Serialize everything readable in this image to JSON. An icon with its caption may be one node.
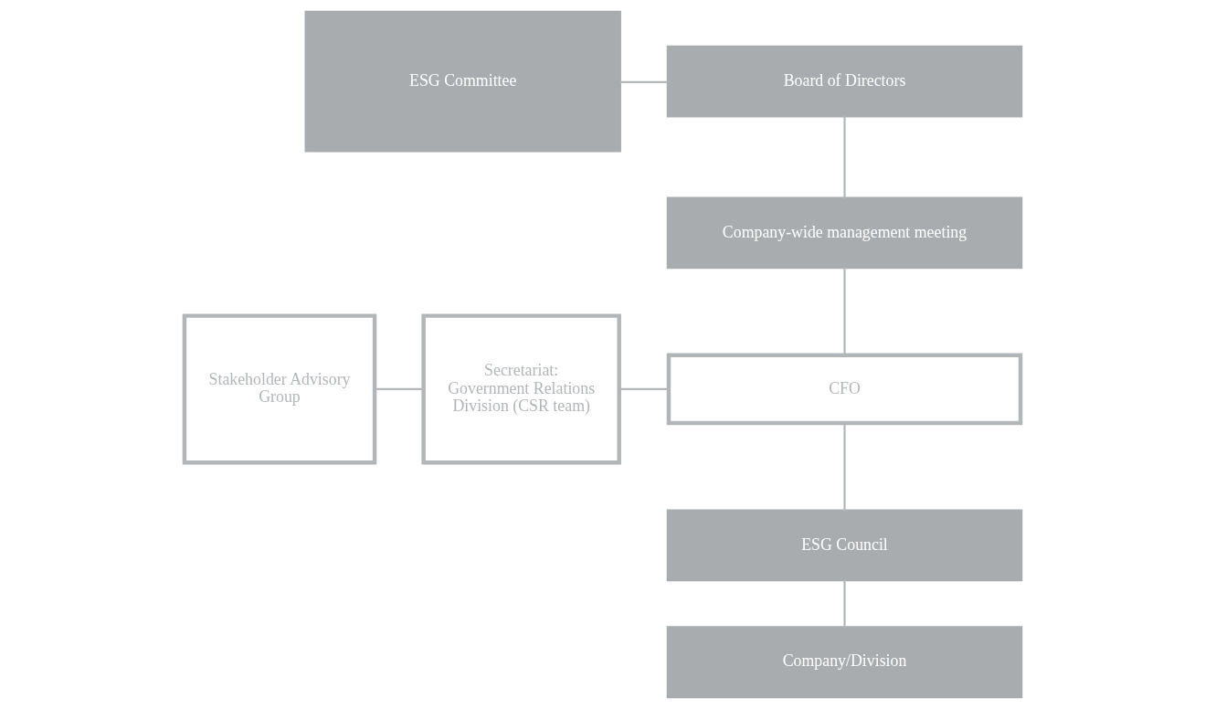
{
  "diagram": {
    "nodes": [
      {
        "text": [
          "Board of Directors"
        ]
      },
      {
        "text": [
          "ESG Committee"
        ]
      },
      {
        "text": [
          "Company-wide management meeting"
        ]
      },
      {
        "text": [
          "CFO"
        ]
      },
      {
        "text": [
          "Stakeholder Advisory Group"
        ]
      },
      {
        "text": [
          "Secretariat: Government Relations Division (CSR team)"
        ]
      },
      {
        "text": [
          "ESG Council"
        ]
      },
      {
        "text": [
          "Company/Division"
        ]
      }
    ],
    "edges": [
      {
        "from": 1,
        "to": 0,
        "arrow": "none"
      },
      {
        "from": 0,
        "to": 2,
        "arrow": "none"
      },
      {
        "from": 2,
        "to": 3,
        "arrow": "none"
      },
      {
        "from": 4,
        "to": 5,
        "arrow": "none"
      },
      {
        "from": 5,
        "to": 3,
        "arrow": "none"
      },
      {
        "from": 3,
        "to": 6,
        "arrow": "none"
      },
      {
        "from": 6,
        "to": 7,
        "arrow": "none"
      }
    ]
  }
}
